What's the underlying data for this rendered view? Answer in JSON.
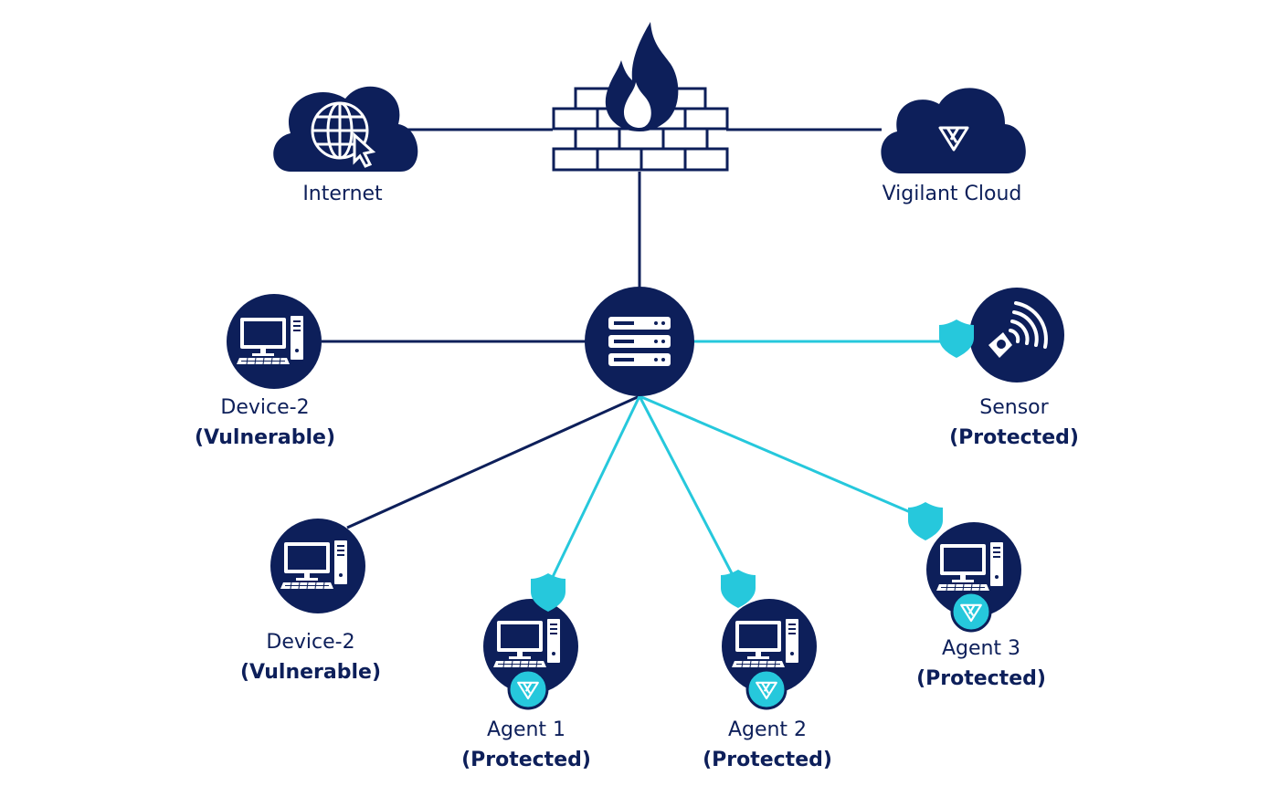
{
  "colors": {
    "navy": "#0d1f5a",
    "cyan": "#26c8dc",
    "white": "#ffffff"
  },
  "nodes": {
    "internet": {
      "name": "Internet",
      "icon": "globe-cursor-icon"
    },
    "firewall": {
      "icon": "firewall-icon"
    },
    "vigilant_cloud": {
      "name": "Vigilant Cloud",
      "icon": "vigilant-logo-icon"
    },
    "server": {
      "icon": "server-icon"
    },
    "device_2a": {
      "name": "Device-2",
      "status": "(Vulnerable)",
      "icon": "computer-icon"
    },
    "device_2b": {
      "name": "Device-2",
      "status": "(Vulnerable)",
      "icon": "computer-icon"
    },
    "sensor": {
      "name": "Sensor",
      "status": "(Protected)",
      "icon": "sensor-icon"
    },
    "agent_1": {
      "name": "Agent 1",
      "status": "(Protected)",
      "icon": "computer-icon"
    },
    "agent_2": {
      "name": "Agent 2",
      "status": "(Protected)",
      "icon": "computer-icon"
    },
    "agent_3": {
      "name": "Agent 3",
      "status": "(Protected)",
      "icon": "computer-icon"
    }
  }
}
